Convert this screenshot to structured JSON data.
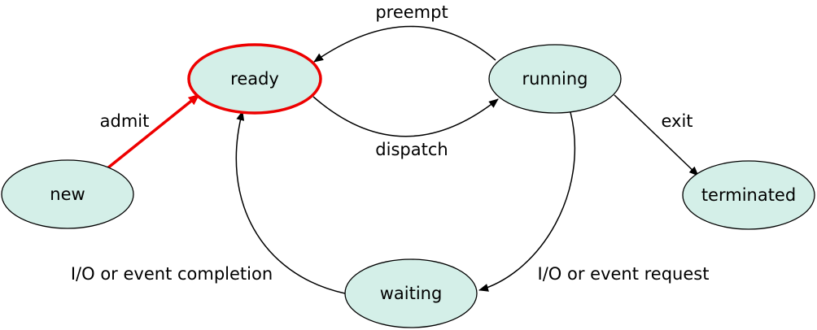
{
  "diagram": {
    "colors": {
      "node_fill": "#d4efe8",
      "node_stroke": "#000000",
      "highlight": "#ee0000",
      "edge": "#000000",
      "background": "#ffffff"
    },
    "nodes": {
      "ready": {
        "label": "ready",
        "highlighted": true
      },
      "running": {
        "label": "running",
        "highlighted": false
      },
      "new": {
        "label": "new",
        "highlighted": false
      },
      "terminated": {
        "label": "terminated",
        "highlighted": false
      },
      "waiting": {
        "label": "waiting",
        "highlighted": false
      }
    },
    "edges": {
      "preempt": {
        "label": "preempt",
        "from": "running",
        "to": "ready"
      },
      "dispatch": {
        "label": "dispatch",
        "from": "ready",
        "to": "running"
      },
      "admit": {
        "label": "admit",
        "from": "new",
        "to": "ready",
        "highlighted": true
      },
      "exit": {
        "label": "exit",
        "from": "running",
        "to": "terminated"
      },
      "io_request": {
        "label": "I/O or event request",
        "from": "running",
        "to": "waiting"
      },
      "io_completion": {
        "label": "I/O or event completion",
        "from": "waiting",
        "to": "ready"
      }
    }
  }
}
